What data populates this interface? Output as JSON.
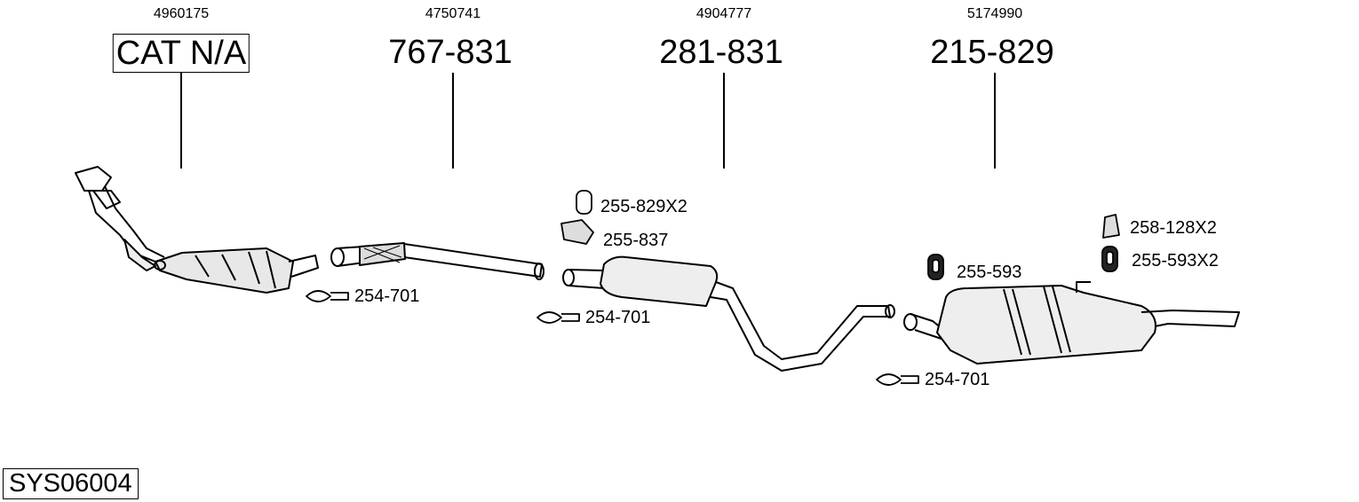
{
  "parts": [
    {
      "ref": "4960175",
      "code": "CAT N/A"
    },
    {
      "ref": "4750741",
      "code": "767-831"
    },
    {
      "ref": "4904777",
      "code": "281-831"
    },
    {
      "ref": "5174990",
      "code": "215-829"
    }
  ],
  "accessories": {
    "clamp_1": "254-701",
    "clamp_2": "254-701",
    "clamp_3": "254-701",
    "hanger_a": "255-829X2",
    "bracket_a": "255-837",
    "rubber_b": "255-593",
    "bracket_c": "258-128X2",
    "rubber_c": "255-593X2"
  },
  "system_code": "SYS06004"
}
